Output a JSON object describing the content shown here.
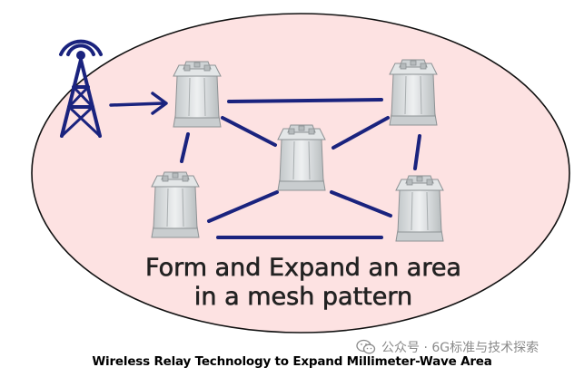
{
  "diagram": {
    "area_label_line1": "Form and Expand an area",
    "area_label_line2": "in a mesh pattern",
    "colors": {
      "area_fill": "#fde2e2",
      "area_border": "#111111",
      "link": "#1a237e",
      "tower": "#1a237e",
      "relay_body": "#d6dadc",
      "relay_shadow": "#aeb3b5"
    },
    "icons": [
      "radio-tower-icon",
      "relay-node-icon"
    ]
  },
  "caption": "Wireless Relay Technology to Expand Millimeter-Wave Area",
  "watermark": {
    "text": "公众号 · 6G标准与技术探索",
    "icon": "wechat-icon"
  }
}
